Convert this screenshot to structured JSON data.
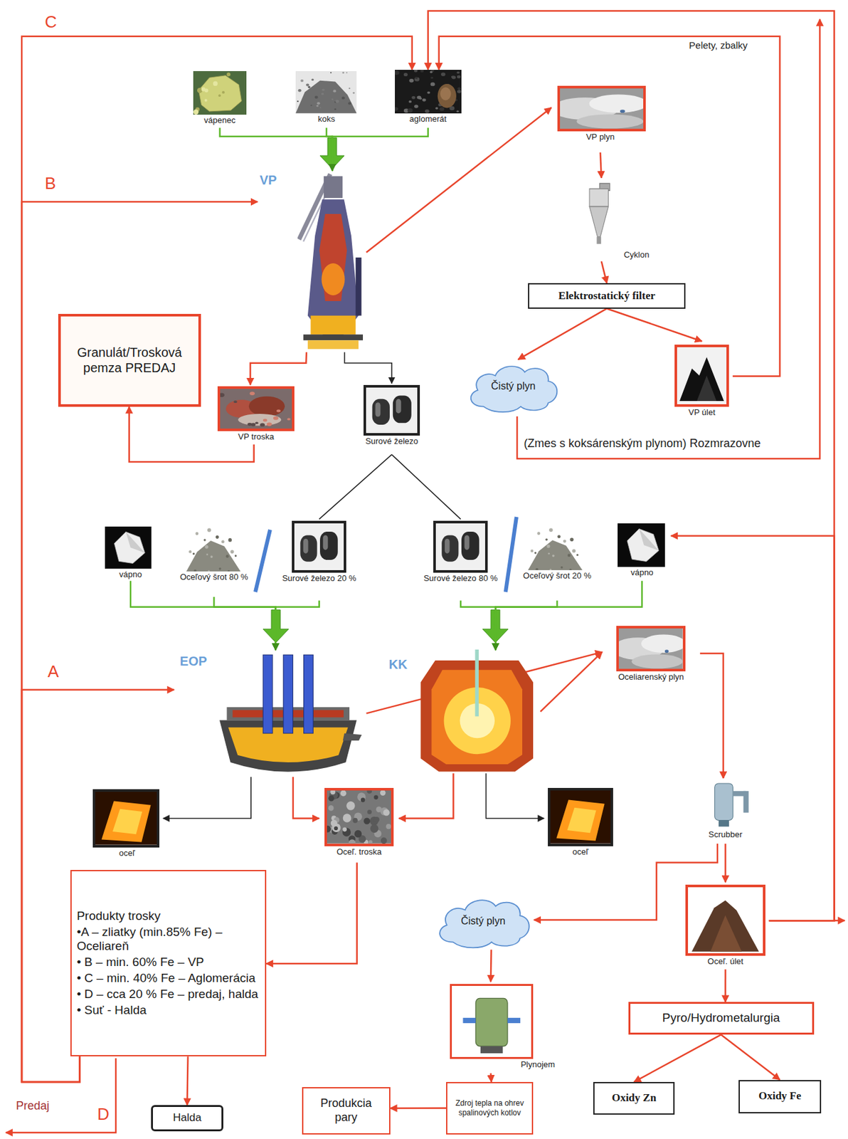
{
  "diagram": {
    "nodes": [
      {
        "text": [
          "vápenec"
        ]
      },
      {
        "text": [
          "koks"
        ]
      },
      {
        "text": [
          "aglomerát"
        ]
      },
      {
        "text": [
          "VP plyn"
        ]
      },
      {
        "text": [
          "VP"
        ]
      },
      {
        "text": [
          "Cyklon"
        ]
      },
      {
        "text": [
          "Elektrostatický filter"
        ]
      },
      {
        "text": [
          "Granulát/Trosková pemza PREDAJ"
        ]
      },
      {
        "text": [
          "Čistý plyn"
        ]
      },
      {
        "text": [
          "VP úlet"
        ]
      },
      {
        "text": [
          "VP troska"
        ]
      },
      {
        "text": [
          "Surové železo"
        ]
      },
      {
        "text": [
          "vápno"
        ]
      },
      {
        "text": [
          "Oceľový šrot 80 %"
        ]
      },
      {
        "text": [
          "Surové železo 20 %"
        ]
      },
      {
        "text": [
          "Surové železo 80 %"
        ]
      },
      {
        "text": [
          "Oceľový šrot 20 %"
        ]
      },
      {
        "text": [
          "vápno"
        ]
      },
      {
        "text": [
          "EOP"
        ]
      },
      {
        "text": [
          "KK"
        ]
      },
      {
        "text": [
          "Oceliarenský plyn"
        ]
      },
      {
        "text": [
          "oceľ"
        ]
      },
      {
        "text": [
          "Oceľ. troska"
        ]
      },
      {
        "text": [
          "oceľ"
        ]
      },
      {
        "text": [
          "Scrubber"
        ]
      },
      {
        "text": [
          "Produkty trosky",
          "•A – zliatky (min.85% Fe) – Oceliareň",
          "• B – min. 60% Fe – VP",
          "• C – min. 40% Fe – Aglomerácia",
          "• D – cca 20 % Fe – predaj, halda",
          "• Suť - Halda"
        ]
      },
      {
        "text": [
          "Čistý plyn"
        ]
      },
      {
        "text": [
          "Oceľ. úlet"
        ]
      },
      {
        "text": [
          "Plynojem"
        ]
      },
      {
        "text": [
          "Pyro/Hydrometalurgia"
        ]
      },
      {
        "text": [
          "Halda"
        ]
      },
      {
        "text": [
          "Produkcia pary"
        ]
      },
      {
        "text": [
          "Zdroj tepla na ohrev spalinových kotlov"
        ]
      },
      {
        "text": [
          "Oxidy Zn"
        ]
      },
      {
        "text": [
          "Oxidy Fe"
        ]
      }
    ],
    "edges": [
      {
        "from": 0,
        "to": 4,
        "arrow": "to"
      },
      {
        "from": 1,
        "to": 4,
        "arrow": "to"
      },
      {
        "from": 2,
        "to": 4,
        "arrow": "to"
      },
      {
        "from": 4,
        "to": 3,
        "arrow": "to"
      },
      {
        "from": 3,
        "to": 5,
        "arrow": "to"
      },
      {
        "from": 5,
        "to": 6,
        "arrow": "to"
      },
      {
        "from": 6,
        "to": 8,
        "arrow": "to"
      },
      {
        "from": 6,
        "to": 9,
        "arrow": "to"
      },
      {
        "from": 4,
        "to": 10,
        "arrow": "to"
      },
      {
        "from": 4,
        "to": 11,
        "arrow": "to"
      },
      {
        "from": 10,
        "to": 7,
        "arrow": "to"
      },
      {
        "from": 9,
        "to": 2,
        "arrow": "to",
        "label": "Pelety, zbalky"
      },
      {
        "from": 11,
        "to": 14,
        "arrow": "none"
      },
      {
        "from": 11,
        "to": 15,
        "arrow": "none"
      },
      {
        "from": 12,
        "to": 18,
        "arrow": "to"
      },
      {
        "from": 13,
        "to": 18,
        "arrow": "to"
      },
      {
        "from": 14,
        "to": 18,
        "arrow": "to"
      },
      {
        "from": 15,
        "to": 19,
        "arrow": "to"
      },
      {
        "from": 16,
        "to": 19,
        "arrow": "to"
      },
      {
        "from": 17,
        "to": 19,
        "arrow": "to"
      },
      {
        "from": 18,
        "to": 21,
        "arrow": "to"
      },
      {
        "from": 18,
        "to": 20,
        "arrow": "to"
      },
      {
        "from": 19,
        "to": 20,
        "arrow": "to"
      },
      {
        "from": 18,
        "to": 22,
        "arrow": "to"
      },
      {
        "from": 19,
        "to": 22,
        "arrow": "to"
      },
      {
        "from": 19,
        "to": 23,
        "arrow": "to"
      },
      {
        "from": 20,
        "to": 24,
        "arrow": "to"
      },
      {
        "from": 24,
        "to": 27,
        "arrow": "to"
      },
      {
        "from": 24,
        "to": 26,
        "arrow": "to"
      },
      {
        "from": 27,
        "to": 29,
        "arrow": "to"
      },
      {
        "from": 29,
        "to": 33,
        "arrow": "to"
      },
      {
        "from": 29,
        "to": 34,
        "arrow": "to"
      },
      {
        "from": 22,
        "to": 25,
        "arrow": "to"
      },
      {
        "from": 25,
        "to": 2,
        "arrow": "to",
        "label": "C"
      },
      {
        "from": 25,
        "to": 4,
        "arrow": "to",
        "label": "B"
      },
      {
        "from": 25,
        "to": 18,
        "arrow": "to",
        "label": "A"
      },
      {
        "from": 25,
        "to": 30,
        "arrow": "to"
      },
      {
        "from": 26,
        "to": 28,
        "arrow": "to"
      },
      {
        "from": 28,
        "to": 32,
        "arrow": "to"
      },
      {
        "from": 32,
        "to": 31,
        "arrow": "to"
      },
      {
        "from": 27,
        "to": 17,
        "arrow": "to"
      },
      {
        "from": 27,
        "to": 2,
        "arrow": "to"
      }
    ],
    "labels": [
      "(Zmes s koksárenským plynom) Rozmrazovne",
      "Predaj",
      "D"
    ]
  }
}
